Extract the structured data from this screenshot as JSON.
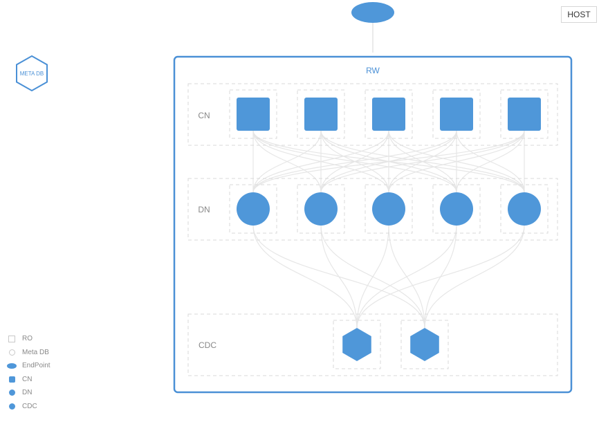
{
  "colors": {
    "node_fill": "#4f97d9",
    "cluster_border": "#4a90d6",
    "link": "#e6e6e6",
    "dash": "#d9d9d9",
    "group_label": "#888888"
  },
  "host_button": {
    "label": "HOST"
  },
  "endpoint": {
    "icon": "endpoint-ellipse-icon"
  },
  "meta_db": {
    "label": "META DB",
    "icon": "hexagon-icon"
  },
  "cluster": {
    "label": "RW",
    "groups": [
      {
        "id": "cn",
        "label": "CN",
        "node_count": 5,
        "shape": "square"
      },
      {
        "id": "dn",
        "label": "DN",
        "node_count": 5,
        "shape": "circle"
      },
      {
        "id": "cdc",
        "label": "CDC",
        "node_count": 2,
        "shape": "hexagon"
      }
    ]
  },
  "legend": [
    {
      "label": "RO",
      "swatch": "ro"
    },
    {
      "label": "Meta DB",
      "swatch": "meta"
    },
    {
      "label": "EndPoint",
      "swatch": "ep"
    },
    {
      "label": "CN",
      "swatch": "cn"
    },
    {
      "label": "DN",
      "swatch": "dn"
    },
    {
      "label": "CDC",
      "swatch": "cdc"
    }
  ]
}
